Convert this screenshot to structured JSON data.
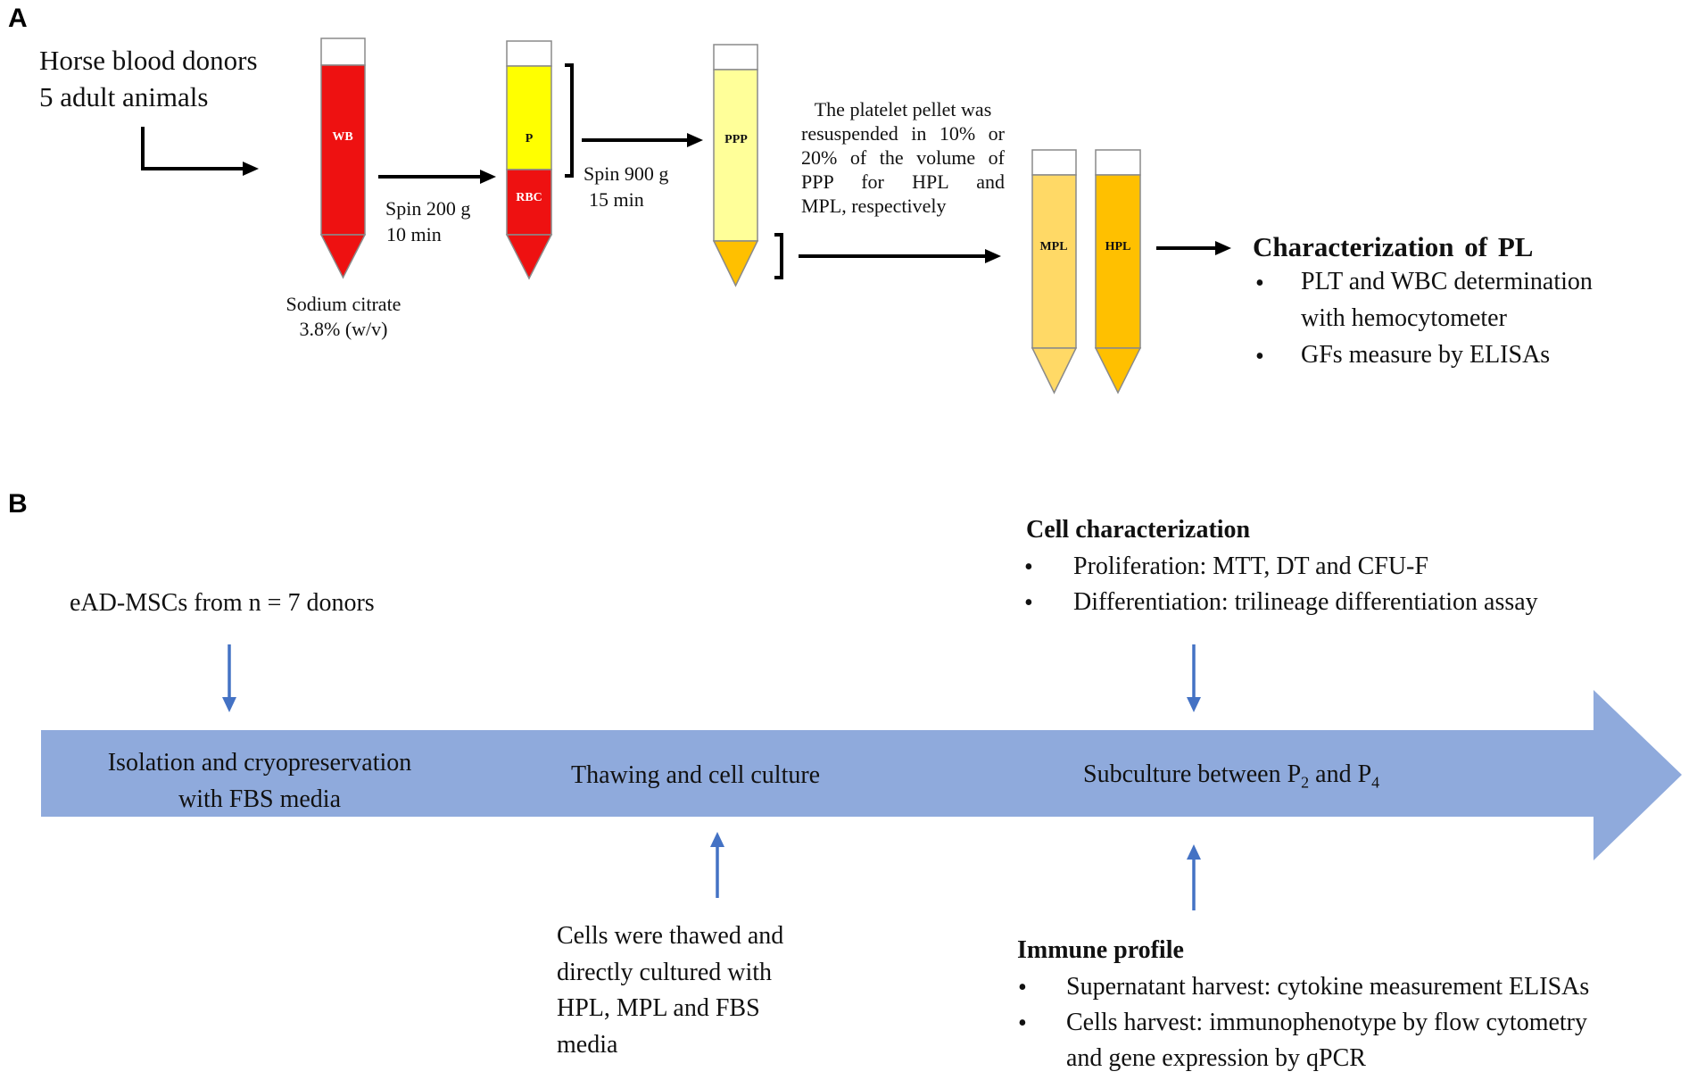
{
  "panelA": {
    "label": "A",
    "donors": [
      "Horse blood donors",
      "5 adult animals"
    ],
    "tube_wb": "WB",
    "tube_p": "P",
    "tube_rbc": "RBC",
    "tube_ppp": "PPP",
    "tube_mpl": "MPL",
    "tube_hpl": "HPL",
    "anticoagulant": [
      "Sodium citrate",
      "3.8% (w/v)"
    ],
    "spin1": [
      "Spin 200 g",
      "10 min"
    ],
    "spin2": [
      "Spin 900 g",
      "15 min"
    ],
    "resuspend": [
      "The platelet pellet was",
      "resuspended in 10% or",
      "20% of the volume of",
      "PPP for HPL and",
      "MPL, respectively"
    ],
    "characterization": {
      "title": "Characterization of PL",
      "items": [
        [
          "PLT and WBC determination",
          "with hemocytometer"
        ],
        [
          "GFs measure by ELISAs"
        ]
      ]
    }
  },
  "panelB": {
    "label": "B",
    "source": "eAD-MSCs from n = 7 donors",
    "stage1": [
      "Isolation and cryopreservation",
      "with FBS media"
    ],
    "stage2": "Thawing and cell culture",
    "stage3": {
      "text": "Subculture between P",
      "sub1": "2",
      "mid": " and P",
      "sub2": "4"
    },
    "cell_char": {
      "title": "Cell characterization",
      "items": [
        "Proliferation: MTT, DT and CFU-F",
        "Differentiation: trilineage differentiation assay"
      ]
    },
    "thaw_note": [
      "Cells were thawed and",
      "directly cultured with",
      "HPL, MPL and FBS",
      "media"
    ],
    "immune": {
      "title": "Immune profile",
      "items": [
        [
          "Supernatant harvest: cytokine measurement ELISAs"
        ],
        [
          "Cells harvest: immunophenotype by flow cytometry",
          "and gene expression by qPCR"
        ]
      ]
    }
  },
  "colors": {
    "red": "#ee1111",
    "yellow": "#ffff00",
    "pale_yellow": "#ffff99",
    "orange": "#ffc000",
    "light_orange": "#ffd966",
    "arrow_blue": "#8faadc",
    "small_arrow_blue": "#4472c4"
  }
}
